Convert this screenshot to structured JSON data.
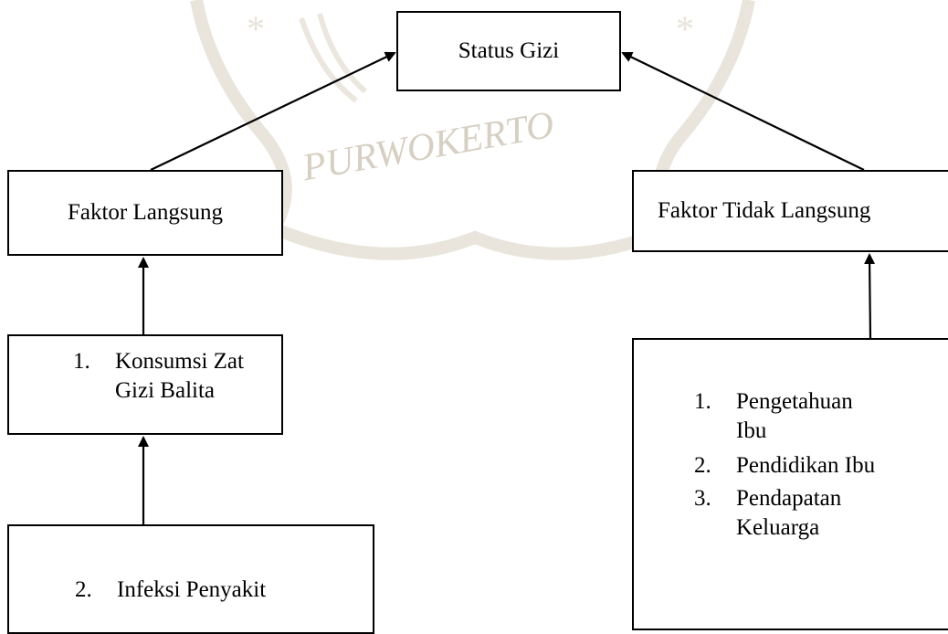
{
  "nodes": {
    "status_gizi": "Status Gizi",
    "faktor_langsung": "Faktor Langsung",
    "faktor_tidak_langsung": "Faktor Tidak Langsung",
    "konsumsi": {
      "number": "1.",
      "line1": "Konsumsi Zat",
      "line2": "Gizi Balita"
    },
    "infeksi": {
      "number": "2.",
      "text": "Infeksi Penyakit"
    },
    "tidak_langsung_items": [
      {
        "number": "1.",
        "line1": "Pengetahuan",
        "line2": "Ibu"
      },
      {
        "number": "2.",
        "line1": "Pendidikan Ibu"
      },
      {
        "number": "3.",
        "line1": "Pendapatan",
        "line2": "Keluarga"
      }
    ]
  },
  "edges": [
    {
      "from": "faktor_langsung",
      "to": "status_gizi"
    },
    {
      "from": "faktor_tidak_langsung",
      "to": "status_gizi"
    },
    {
      "from": "konsumsi",
      "to": "faktor_langsung"
    },
    {
      "from": "infeksi",
      "to": "konsumsi"
    },
    {
      "from": "tidak_langsung_items",
      "to": "faktor_tidak_langsung"
    }
  ],
  "watermark": {
    "text": "PURWOKERTO",
    "color": "#c9c0ae"
  }
}
